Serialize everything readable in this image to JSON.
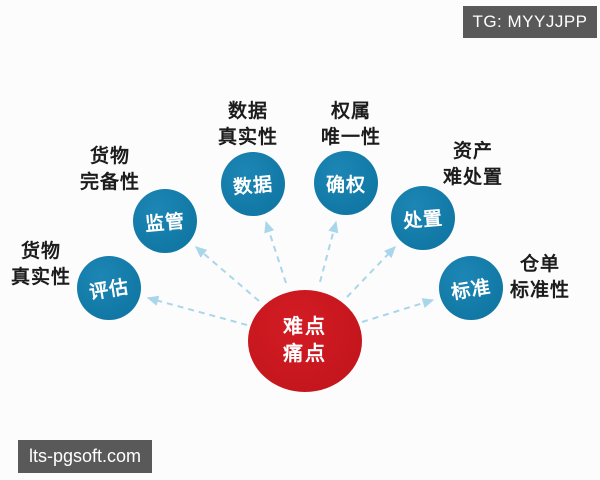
{
  "badges": {
    "top_right": "TG: MYYJJPP",
    "bottom_left": "lts-pgsoft.com"
  },
  "center_node": {
    "line1": "难点",
    "line2": "痛点"
  },
  "nodes": [
    {
      "circle": "评估",
      "label_line1": "货物",
      "label_line2": "真实性"
    },
    {
      "circle": "监管",
      "label_line1": "货物",
      "label_line2": "完备性"
    },
    {
      "circle": "数据",
      "label_line1": "数据",
      "label_line2": "真实性"
    },
    {
      "circle": "确权",
      "label_line1": "权属",
      "label_line2": "唯一性"
    },
    {
      "circle": "处置",
      "label_line1": "资产",
      "label_line2": "难处置"
    },
    {
      "circle": "标准",
      "label_line1": "仓单",
      "label_line2": "标准性"
    }
  ],
  "colors": {
    "node_blue": "#1178a5",
    "center_red": "#c5161d",
    "arrow_blue": "#a9d6ea",
    "badge_bg": "#595959",
    "label_text": "#1c1c1c"
  }
}
